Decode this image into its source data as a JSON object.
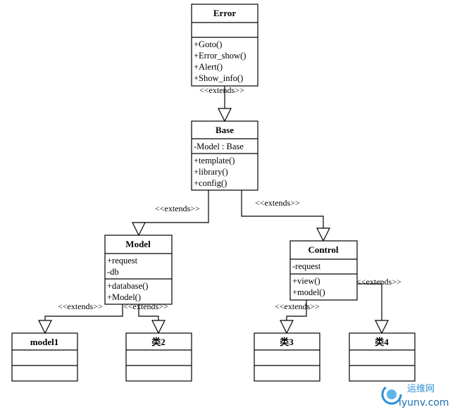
{
  "classes": {
    "error": {
      "name": "Error",
      "attributes": [],
      "methods": [
        "+Goto()",
        "+Error_show()",
        "+Alert()",
        "+Show_info()"
      ]
    },
    "base": {
      "name": "Base",
      "attributes": [
        "-Model : Base"
      ],
      "methods": [
        "+template()",
        "+library()",
        "+config()"
      ]
    },
    "model": {
      "name": "Model",
      "attributes": [
        "+request",
        "-db"
      ],
      "methods": [
        "+database()",
        "+Model()"
      ]
    },
    "control": {
      "name": "Control",
      "attributes": [
        "-request"
      ],
      "methods": [
        "+view()",
        "+model()"
      ]
    },
    "model1": {
      "name": "model1",
      "attributes": [],
      "methods": []
    },
    "class2": {
      "name": "类2",
      "attributes": [],
      "methods": []
    },
    "class3": {
      "name": "类3",
      "attributes": [],
      "methods": []
    },
    "class4": {
      "name": "类4",
      "attributes": [],
      "methods": []
    }
  },
  "relations": {
    "base_to_error": "<<extends>>",
    "model_to_base": "<<extends>>",
    "control_to_base": "<<extends>>",
    "model1_to_model": "<<extends>>",
    "class2_to_model": "<<extends>>",
    "class3_to_control": "<<extends>>",
    "class4_to_control": "<<extends>>"
  },
  "watermark": {
    "text": "运维网",
    "url": "iyunv.com"
  }
}
